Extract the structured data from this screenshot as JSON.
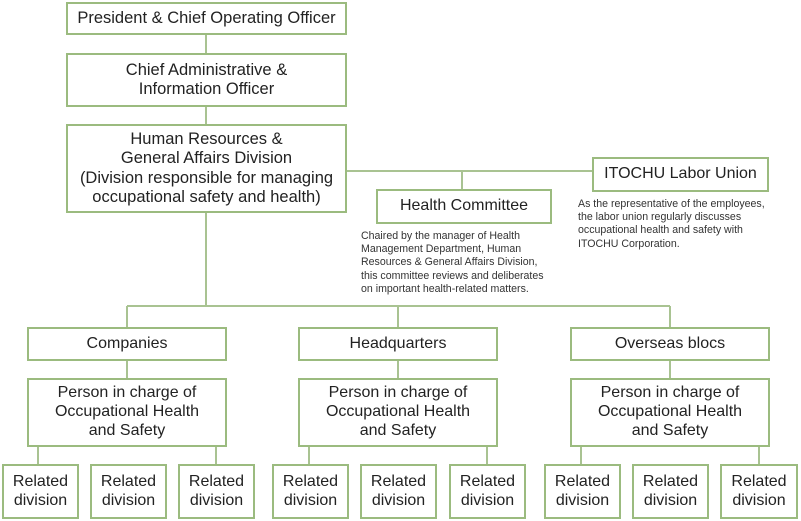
{
  "president": "President & Chief Operating Officer",
  "cao": "Chief Administrative &\nInformation Officer",
  "hr": "Human Resources &\nGeneral Affairs Division\n(Division responsible for managing\noccupational safety and health)",
  "health_committee": {
    "label": "Health Committee",
    "note": "Chaired by the manager of Health\nManagement Department, Human\nResources & General Affairs Division,\nthis committee reviews and deliberates\non important health-related matters."
  },
  "labor_union": {
    "label": "ITOCHU Labor Union",
    "note": "As the representative of the employees,\nthe labor union regularly discusses\noccupational health and safety with\nITOCHU Corporation."
  },
  "branches": [
    {
      "label": "Companies",
      "person": "Person in charge of\nOccupational Health\nand Safety",
      "divisions": [
        "Related\ndivision",
        "Related\ndivision",
        "Related\ndivision"
      ]
    },
    {
      "label": "Headquarters",
      "person": "Person in charge of\nOccupational Health\nand Safety",
      "divisions": [
        "Related\ndivision",
        "Related\ndivision",
        "Related\ndivision"
      ]
    },
    {
      "label": "Overseas blocs",
      "person": "Person in charge of\nOccupational Health\nand Safety",
      "divisions": [
        "Related\ndivision",
        "Related\ndivision",
        "Related\ndivision"
      ]
    }
  ],
  "colors": {
    "line": "#a9c392",
    "border": "#9bbb7f"
  }
}
